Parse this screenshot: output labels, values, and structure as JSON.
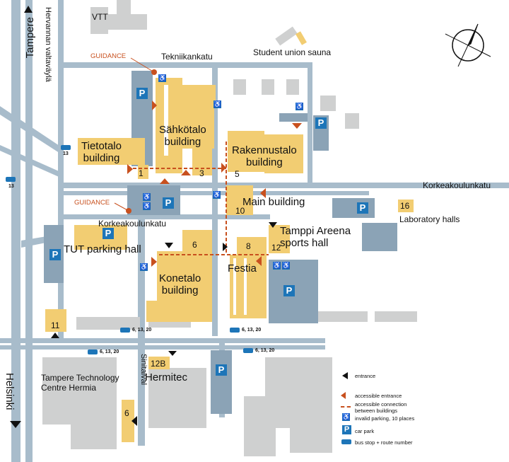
{
  "map": {
    "campus": {
      "vtt": "VTT",
      "student_union_sauna": "Student union sauna",
      "sahkotalo": "Sähkötalo\nbuilding",
      "tietotalo": "Tietotalo\nbuilding",
      "rakennustalo": "Rakennustalo\nbuilding",
      "main_building": "Main building",
      "laboratory_halls": "Laboratory halls",
      "tamppi_areena": "Tamppi Areena\nsports hall",
      "tut_parking_hall": "TUT parking hall",
      "konetalo": "Konetalo\nbuilding",
      "festia": "Festia",
      "hermitec": "Hermitec",
      "hermia": "Tampere Technology\nCentre Hermia"
    },
    "streets": {
      "tekniikankatu": "Tekniikankatu",
      "korkeakoulunkatu_east": "Korkeakoulunkatu",
      "korkeakoulunkatu_west": "Korkeakoulunkatu",
      "hervannan_valtavayla": "Hervannan valtaväylä",
      "sinitaival": "Sinitaival"
    },
    "directions": {
      "tampere": "Tampere",
      "helsinki": "Helsinki"
    },
    "guidance": {
      "north": "GUIDANCE",
      "west": "GUIDANCE"
    },
    "building_numbers": {
      "n1": "1",
      "n3": "3",
      "n5": "5",
      "n6a": "6",
      "n8": "8",
      "n10": "10",
      "n11": "11",
      "n12": "12",
      "n12b": "12B",
      "n16": "16",
      "n6b": "6"
    },
    "bus_stops": {
      "b1": "13",
      "b2": "13",
      "b3": "6, 13, 20",
      "b4": "6, 13, 20",
      "b5": "6, 13, 20",
      "b6": "6, 13, 20"
    },
    "legend": {
      "entrance": "entrance",
      "accessible_entrance": "accessible entrance",
      "accessible_connection": "accessible connection\nbetween buildings",
      "invalid_parking": "invalid parking, 10 places",
      "car_park": "car park",
      "bus_stop": "bus stop + route number"
    },
    "parking_symbol": "P",
    "colors": {
      "road": "#a8bccb",
      "building_highlight": "#f2cd72",
      "building_gray": "#cfd0d0",
      "parking": "#8ba3b6",
      "accent": "#c8501e"
    }
  }
}
